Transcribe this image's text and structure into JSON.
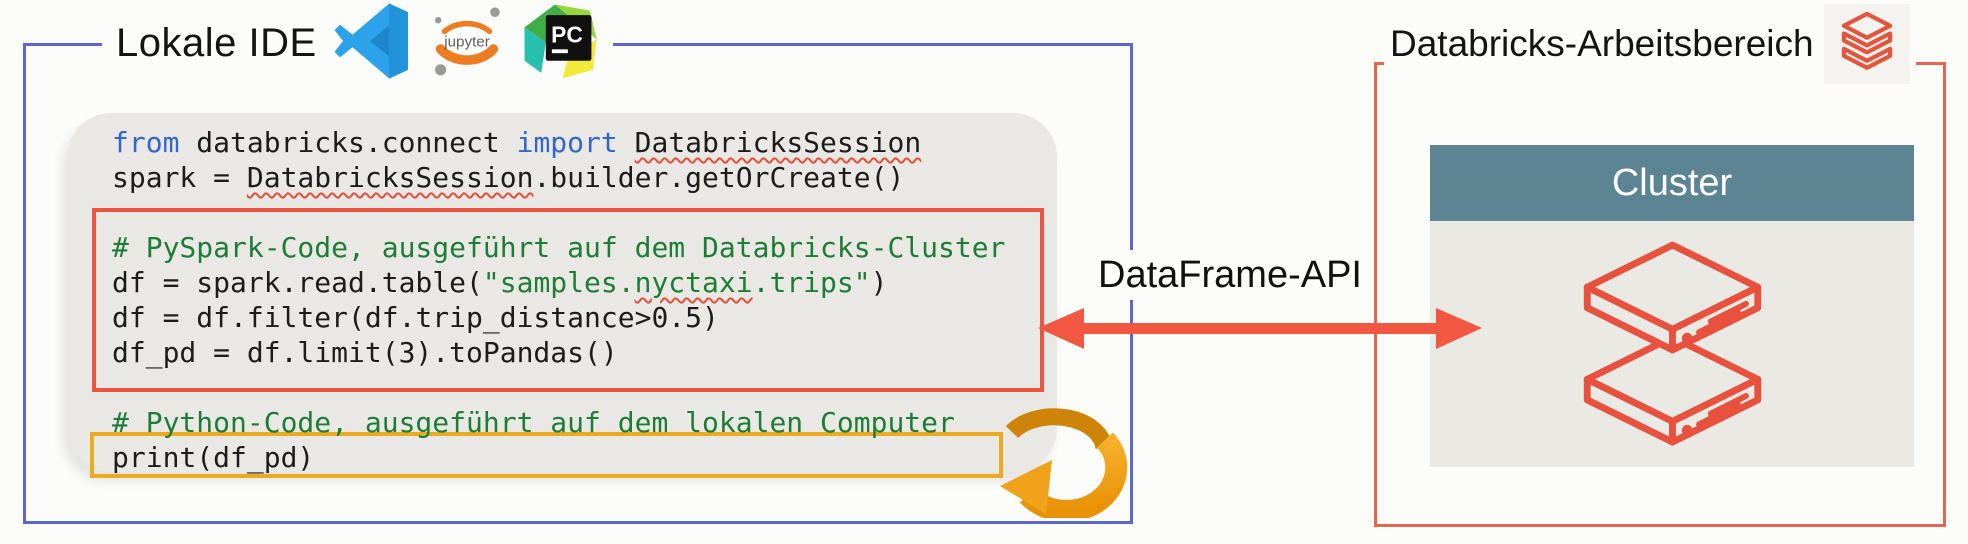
{
  "left_panel": {
    "title": "Lokale IDE",
    "jupyter_label": "jupyter",
    "pycharm_label": "PC",
    "code": {
      "line1": {
        "kw_from": "from ",
        "module": "databricks.connect ",
        "kw_import": "import ",
        "cls": "DatabricksSession"
      },
      "line2": {
        "pre": "spark = ",
        "cls": "DatabricksSession",
        "post": ".builder.getOrCreate()"
      },
      "comment_pyspark": "# PySpark-Code, ausgeführt auf dem Databricks-Cluster",
      "line5": {
        "pre": "df = spark.read.table(",
        "str_open": "\"samples.",
        "str_mid": "nyctaxi",
        "str_close": ".trips\"",
        "post": ")"
      },
      "line6": "df = df.filter(df.trip_distance>0.5)",
      "line7": "df_pd = df.limit(3).toPandas()",
      "comment_python": "# Python-Code, ausgeführt auf dem lokalen Computer",
      "line10": "print(df_pd)"
    }
  },
  "connector": {
    "label": "DataFrame-API"
  },
  "right_panel": {
    "title": "Databricks-Arbeitsbereich",
    "cluster_label": "Cluster"
  },
  "colors": {
    "ide_border_blue": "#5b67cf",
    "workspace_border_red": "#e4664e",
    "code_highlight_red": "#ea5440",
    "code_highlight_yellow": "#ecab1e",
    "arrow_red": "#f25742",
    "loop_arrow_orange": "#f0a21b",
    "cluster_header_slate": "#5d8492",
    "code_background": "#e9e8e4",
    "comment_green": "#1d7d34",
    "keyword_blue": "#3366cc",
    "databricks_red": "#e2563e"
  }
}
